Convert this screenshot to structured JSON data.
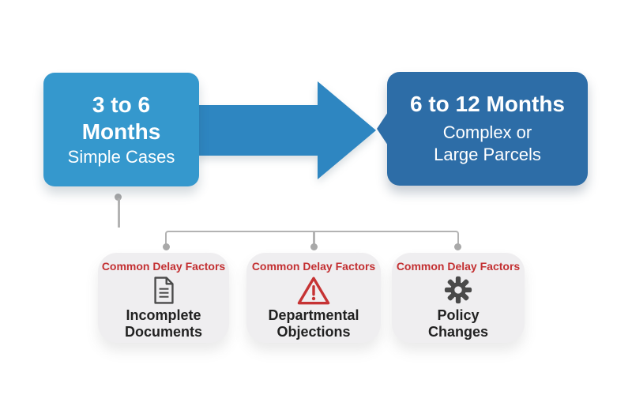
{
  "diagram": {
    "stage_simple": {
      "duration_line1": "3 to 6",
      "duration_line2": "Months",
      "label": "Simple Cases"
    },
    "stage_complex": {
      "duration": "6 to 12 Months",
      "label_line1": "Complex or",
      "label_line2": "Large Parcels"
    },
    "cards": [
      {
        "heading": "Common Delay Factors",
        "icon": "document-icon",
        "line1": "Incomplete",
        "line2": "Documents"
      },
      {
        "heading": "Common Delay Factors",
        "icon": "warning-icon",
        "line1": "Departmental",
        "line2": "Objections"
      },
      {
        "heading": "Common Delay Factors",
        "icon": "gear-icon",
        "line1": "Policy",
        "line2": "Changes"
      }
    ],
    "colors": {
      "simple_box_blue": "#3598cd",
      "arrow_blue": "#2e86c1",
      "complex_box_blue": "#2d6da7",
      "card_background": "#efeef0",
      "heading_red": "#c32f31",
      "icon_gray": "#4a4a4a",
      "warning_red": "#c63334",
      "connector_gray": "#b3b3b3",
      "title_dark": "#212121"
    }
  }
}
